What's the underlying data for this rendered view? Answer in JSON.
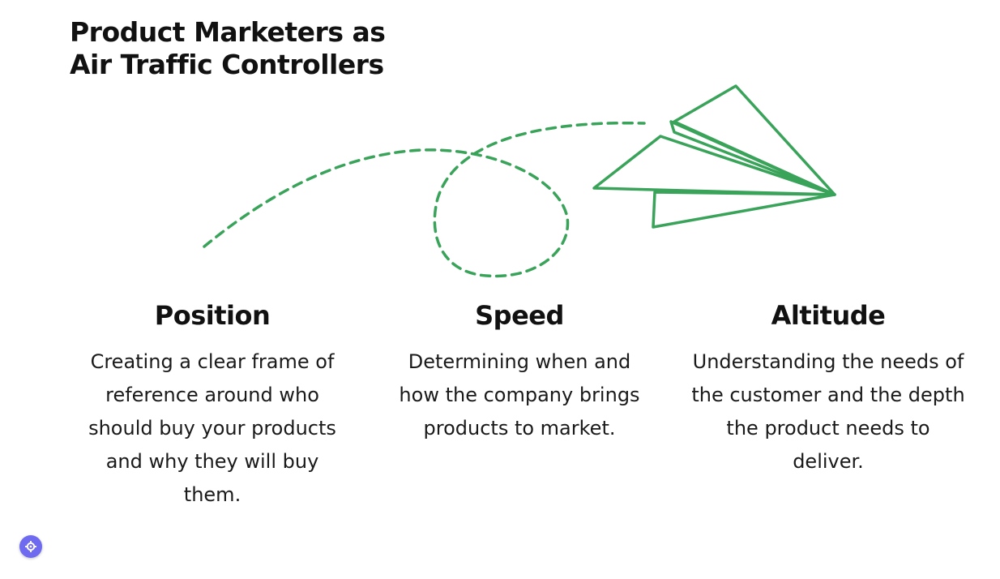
{
  "title": "Product Marketers as\nAir Traffic Controllers",
  "illustration": {
    "icon": "paper-airplane-icon",
    "color": "#3aa35a"
  },
  "pillars": [
    {
      "heading": "Position",
      "text": "Creating a clear frame of reference around who should buy your products and why they will buy them."
    },
    {
      "heading": "Speed",
      "text": "Determining when and how the company brings products to market."
    },
    {
      "heading": "Altitude",
      "text": "Understanding the needs of the customer and the depth the product needs to deliver."
    }
  ],
  "widget": {
    "icon": "gear-icon",
    "color": "#6f6bf0"
  }
}
